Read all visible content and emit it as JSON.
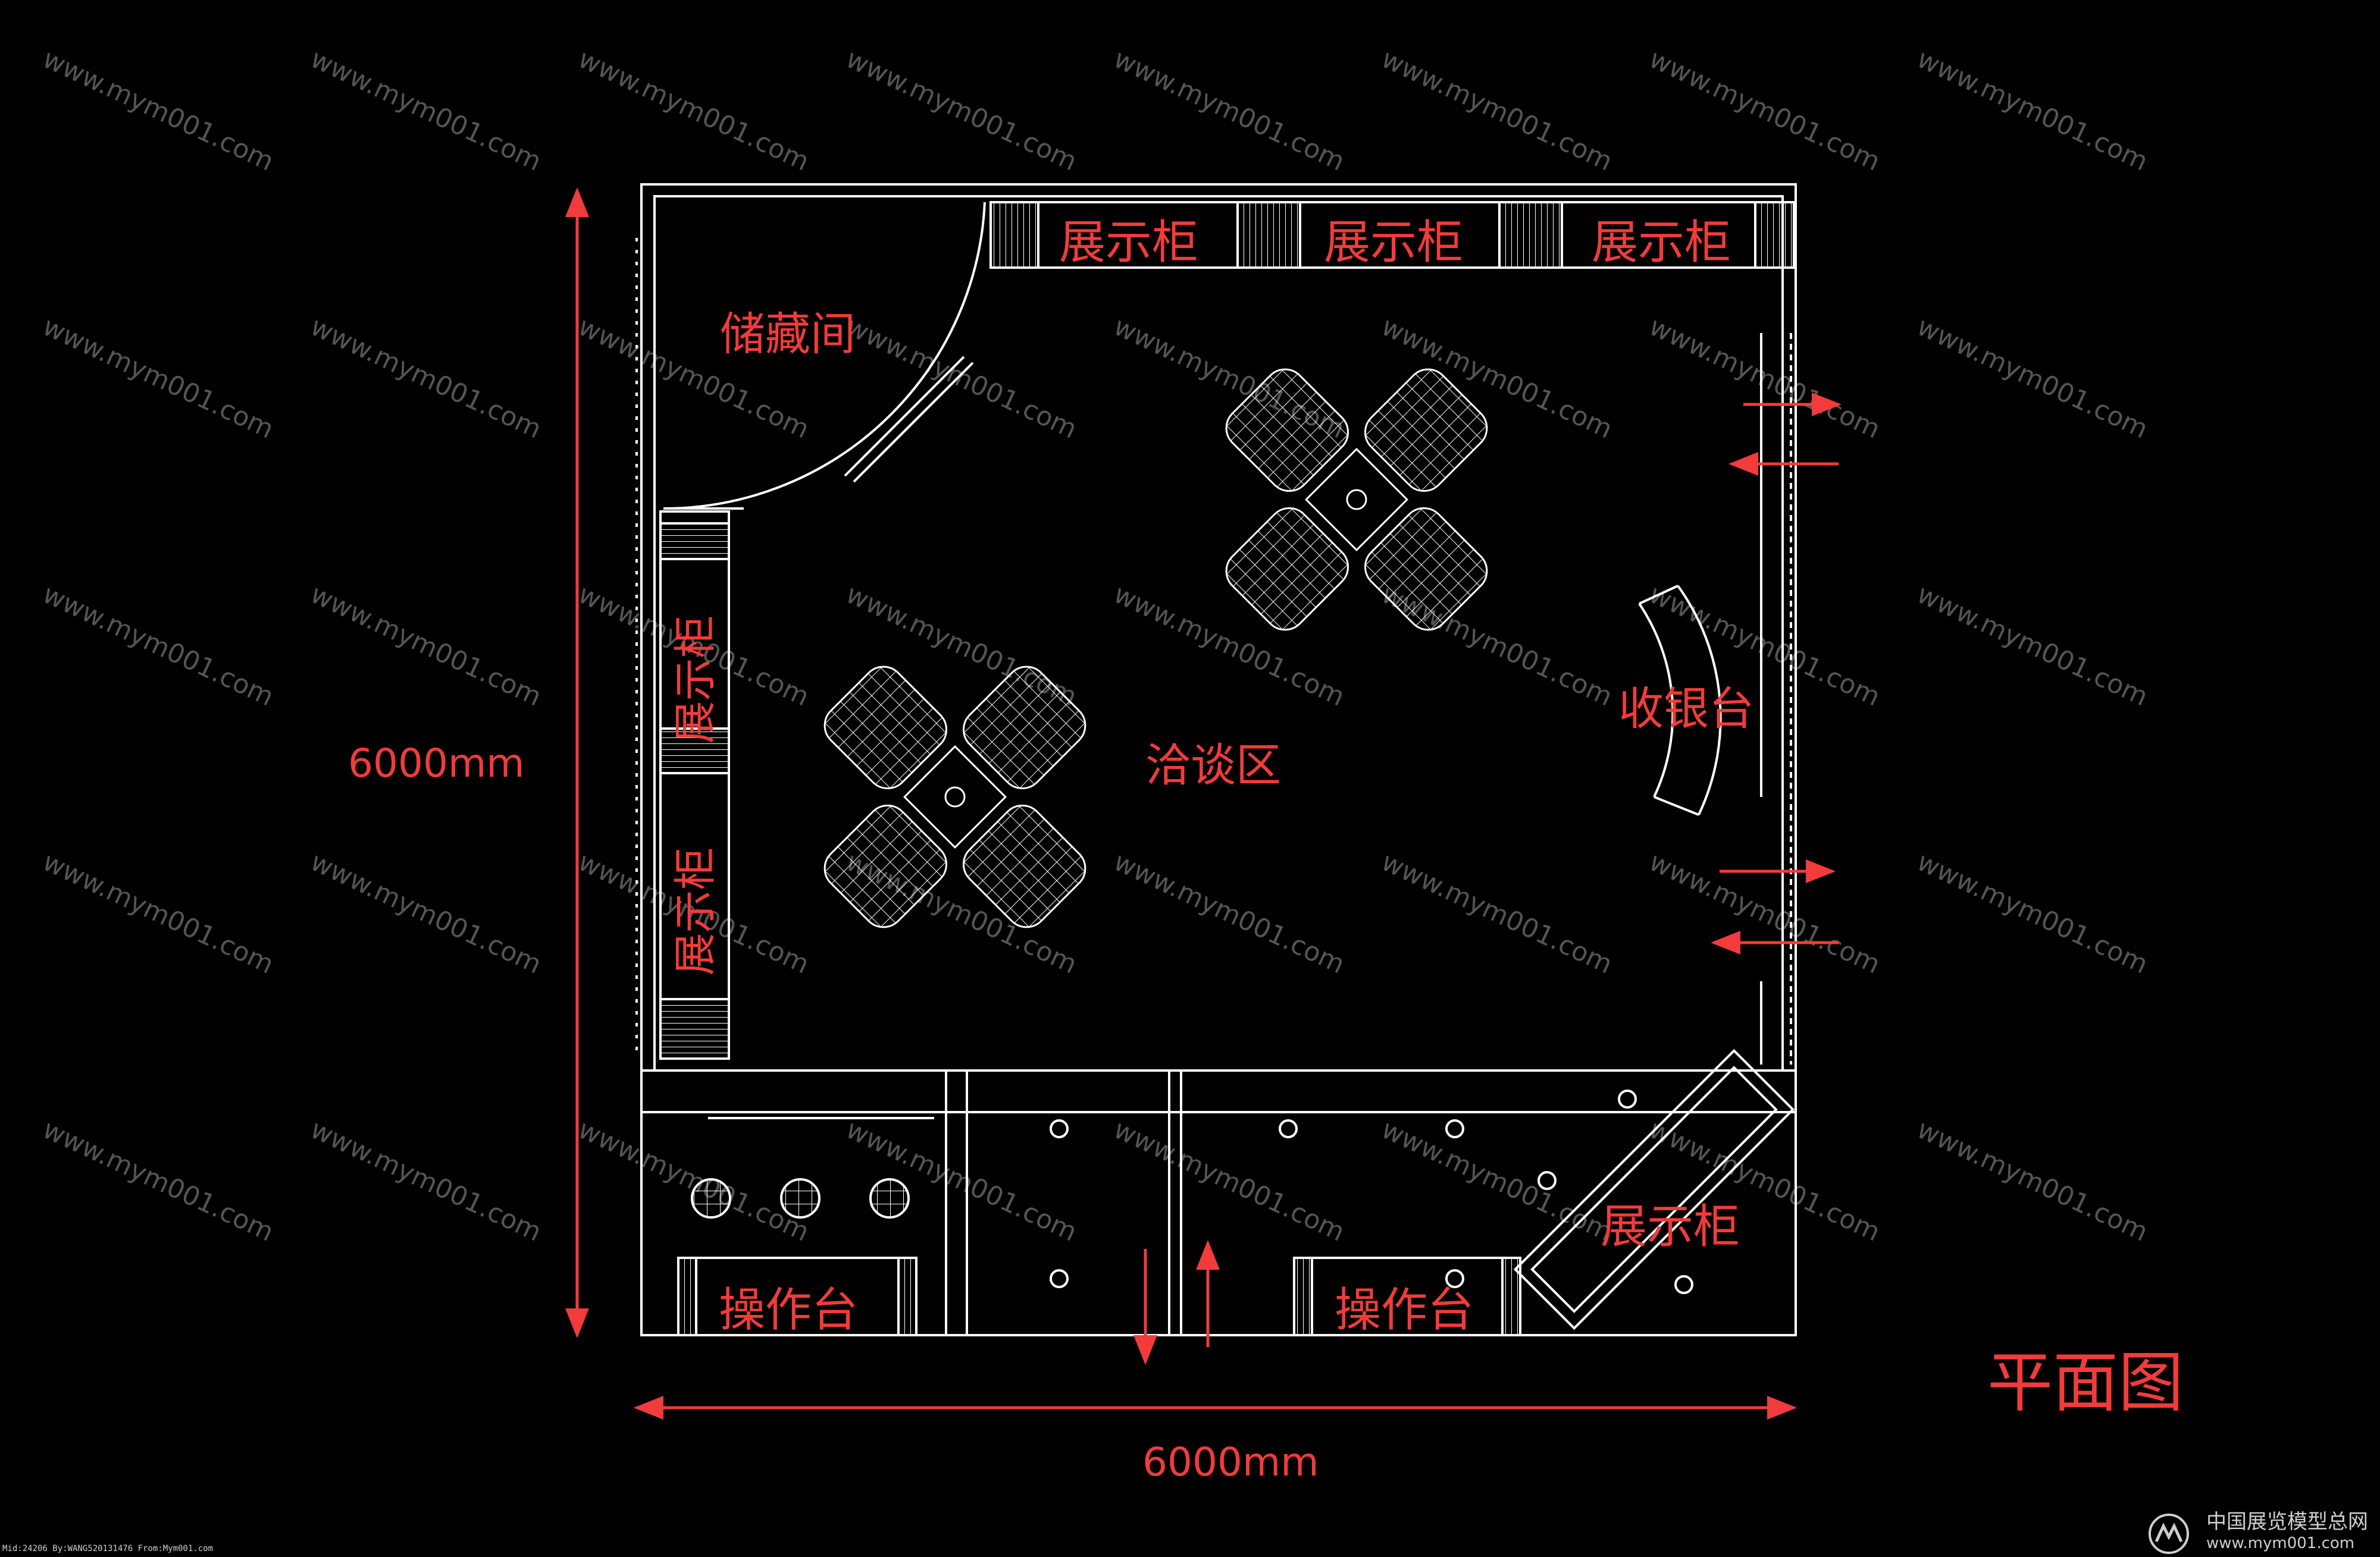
{
  "labels": {
    "storage_room": "储藏间",
    "display_cabinet": "展示柜",
    "negotiation_area": "洽谈区",
    "cashier": "收银台",
    "operation_desk": "操作台",
    "plan_title": "平面图",
    "dim_height": "6000mm",
    "dim_width": "6000mm"
  },
  "watermark": "www.mym001.com",
  "footer": {
    "left": "Mid:24206 By:WANG520131476 From:Mym001.com",
    "right_line1": "中国展览模型总网",
    "right_line2": "www.mym001.com"
  },
  "colors": {
    "background": "#000000",
    "lines": "#ffffff",
    "annotation": "#f23b3b",
    "watermark": "#555555"
  }
}
